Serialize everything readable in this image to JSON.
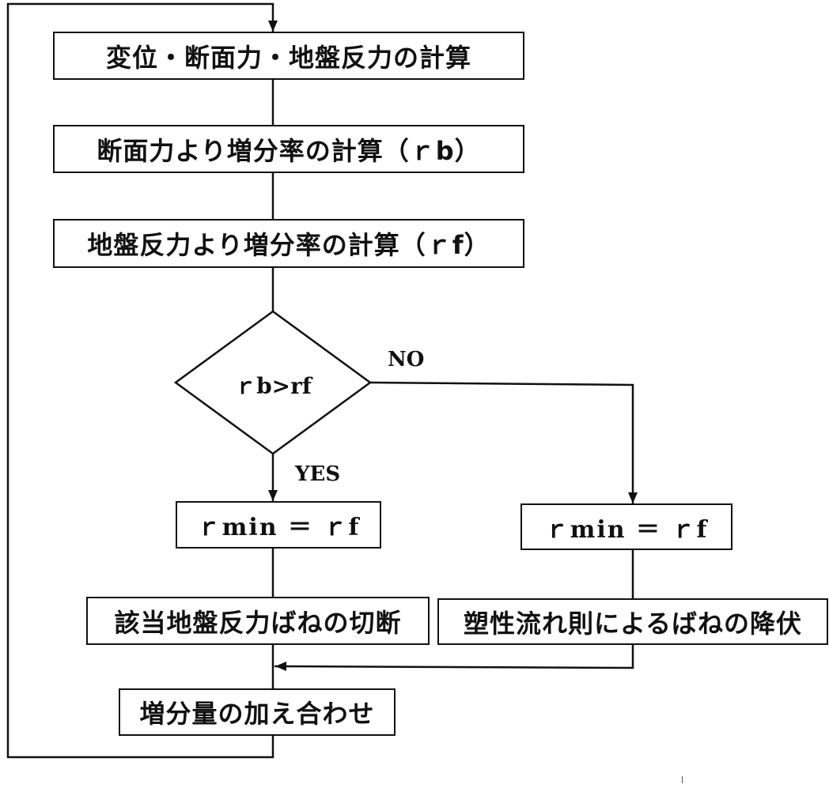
{
  "flowchart": {
    "steps": {
      "compute_displacement": "変位・断面力・地盤反力の計算",
      "rate_from_section_force": "断面力より増分率の計算（ｒb）",
      "rate_from_ground_reaction": "地盤反力より増分率の計算（ｒf）",
      "decision": "ｒb>rf",
      "yes_rmin": "ｒmin ＝ ｒf",
      "no_rmin": "ｒmin ＝ ｒf",
      "cut_spring": "該当地盤反力ばねの切断",
      "yield_spring": "塑性流れ則によるばねの降伏",
      "add_increment": "増分量の加え合わせ"
    },
    "branch_labels": {
      "yes": "YES",
      "no": "NO"
    },
    "line_color": "#111111"
  }
}
